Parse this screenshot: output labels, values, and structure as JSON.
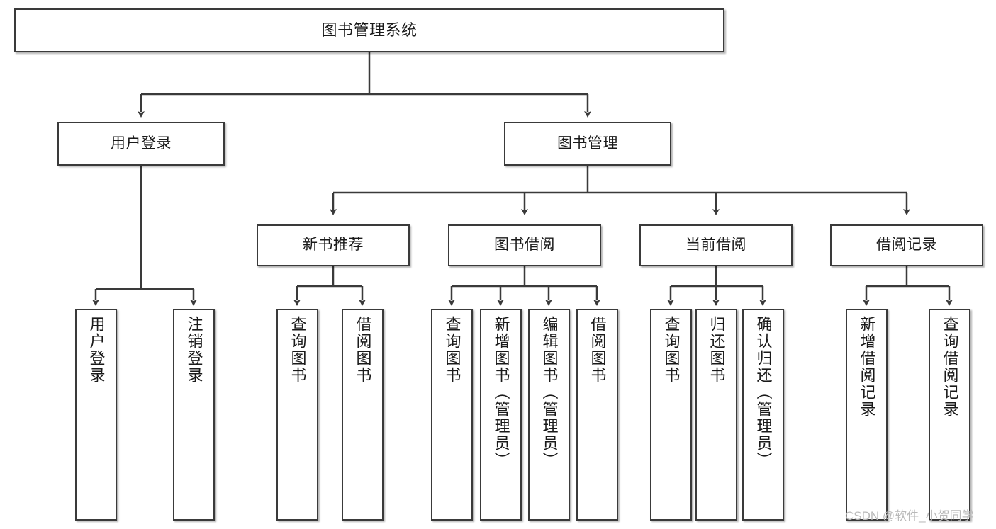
{
  "diagram": {
    "title": "图书管理系统",
    "type": "tree",
    "orientation": "top-down",
    "colors": {
      "box_border": "#3a3a3a",
      "box_fill": "#ffffff",
      "edge": "#3a3a3a",
      "text": "#1a1a1a",
      "watermark": "#b9b9b9",
      "background": "#ffffff"
    },
    "watermark": "CSDN @软件_小贺同学",
    "nodes": {
      "root": {
        "label": "图书管理系统"
      },
      "level2": [
        {
          "label": "用户登录"
        },
        {
          "label": "图书管理"
        }
      ],
      "level3": [
        {
          "label": "新书推荐"
        },
        {
          "label": "图书借阅"
        },
        {
          "label": "当前借阅"
        },
        {
          "label": "借阅记录"
        }
      ],
      "leaves_user_login": [
        {
          "label": "用户登录"
        },
        {
          "label": "注销登录"
        }
      ],
      "leaves_new_books": [
        {
          "label": "查询图书"
        },
        {
          "label": "借阅图书"
        }
      ],
      "leaves_borrow": [
        {
          "label": "查询图书"
        },
        {
          "label": "新增图书（管理员）"
        },
        {
          "label": "编辑图书（管理员）"
        },
        {
          "label": "借阅图书"
        }
      ],
      "leaves_current": [
        {
          "label": "查询图书"
        },
        {
          "label": "归还图书"
        },
        {
          "label": "确认归还（管理员）"
        }
      ],
      "leaves_records": [
        {
          "label": "新增借阅记录"
        },
        {
          "label": "查询借阅记录"
        }
      ]
    }
  }
}
